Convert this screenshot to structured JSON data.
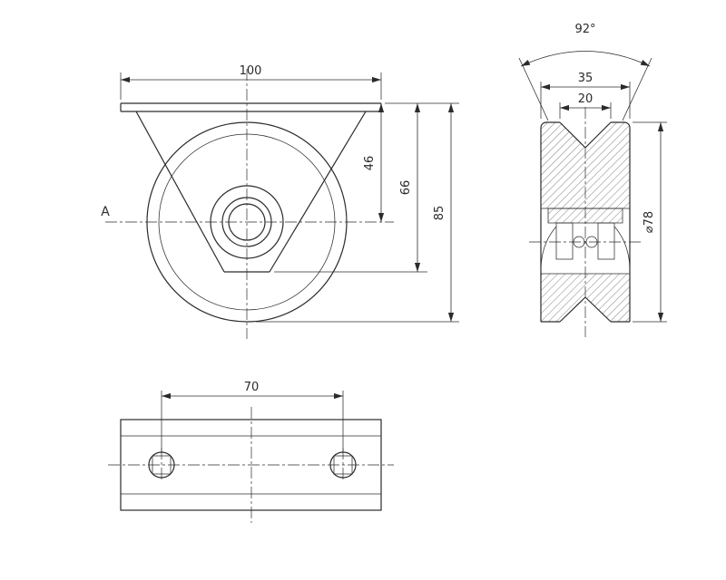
{
  "page": {
    "background": "#ffffff",
    "line_color": "#2b2b2b"
  },
  "front_view": {
    "section_label": "A",
    "dim_width": "100",
    "dim_axle_offset": "46",
    "dim_bracket_height": "66",
    "dim_total_height": "85"
  },
  "side_view": {
    "dim_groove_angle": "92°",
    "dim_overall_width": "35",
    "dim_groove_width": "20",
    "dim_wheel_diameter": "⌀78"
  },
  "plate_view": {
    "dim_hole_spacing": "70"
  }
}
